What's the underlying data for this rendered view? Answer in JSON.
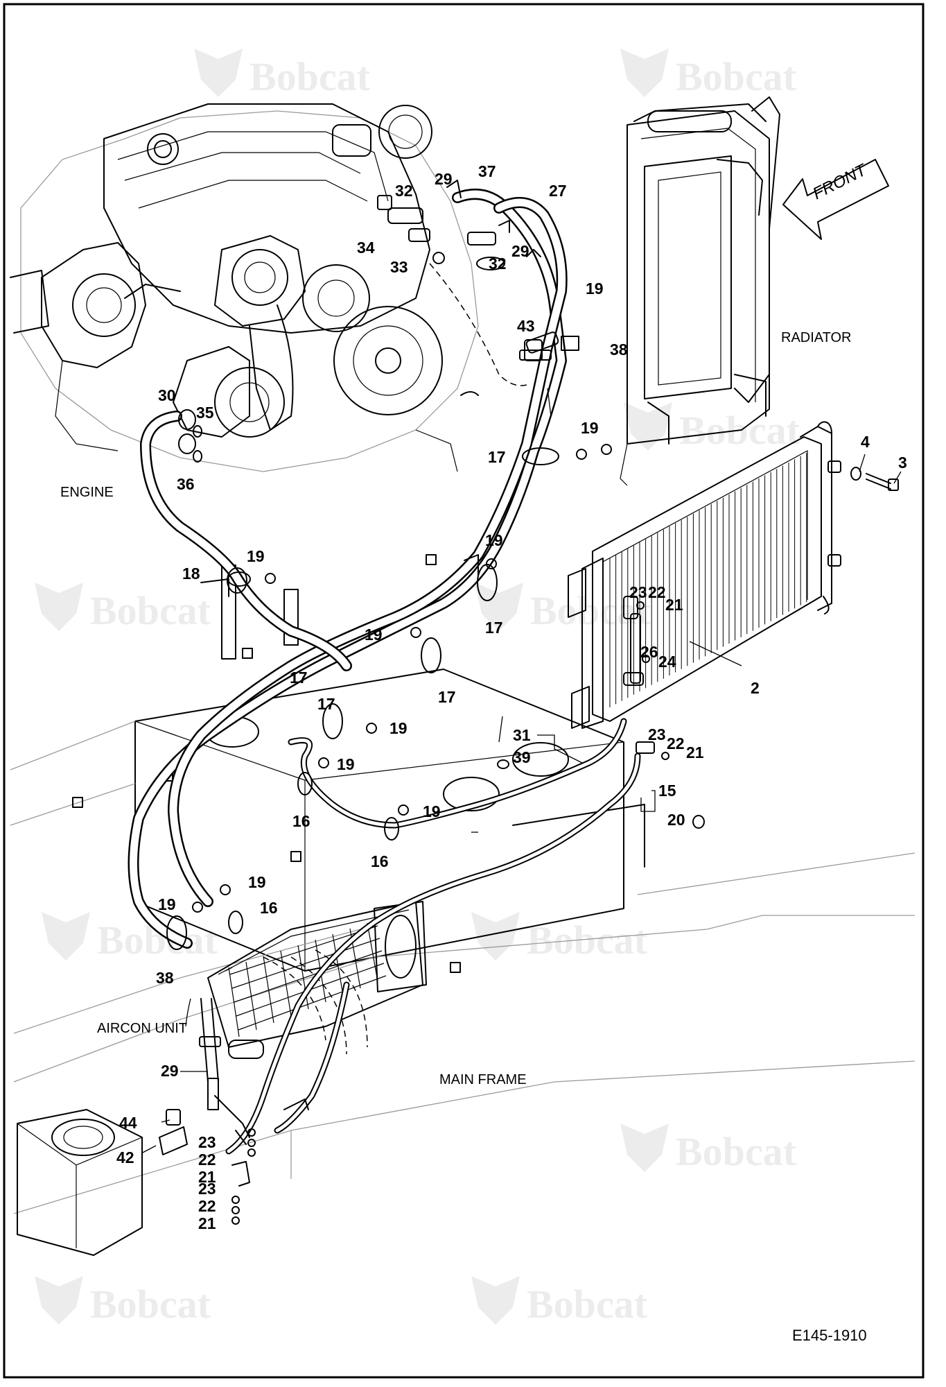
{
  "diagram_code": "E145-1910",
  "front_label": "FRONT",
  "watermark": "Bobcat",
  "regions": {
    "radiator": "RADIATOR",
    "engine": "ENGINE",
    "aircon_unit": "AIRCON UNIT",
    "main_frame": "MAIN FRAME"
  },
  "callouts": [
    "2",
    "3",
    "4",
    "15",
    "16",
    "16",
    "16",
    "17",
    "17",
    "17",
    "17",
    "17",
    "18",
    "19",
    "19",
    "19",
    "19",
    "19",
    "19",
    "19",
    "19",
    "19",
    "19",
    "20",
    "21",
    "21",
    "21",
    "21",
    "22",
    "22",
    "22",
    "22",
    "23",
    "23",
    "23",
    "23",
    "24",
    "26",
    "27",
    "29",
    "29",
    "29",
    "30",
    "31",
    "32",
    "32",
    "33",
    "34",
    "35",
    "36",
    "37",
    "38",
    "38",
    "39",
    "42",
    "43",
    "44"
  ],
  "colors": {
    "line": "#000000",
    "watermark": "#ececec",
    "background": "#ffffff"
  }
}
